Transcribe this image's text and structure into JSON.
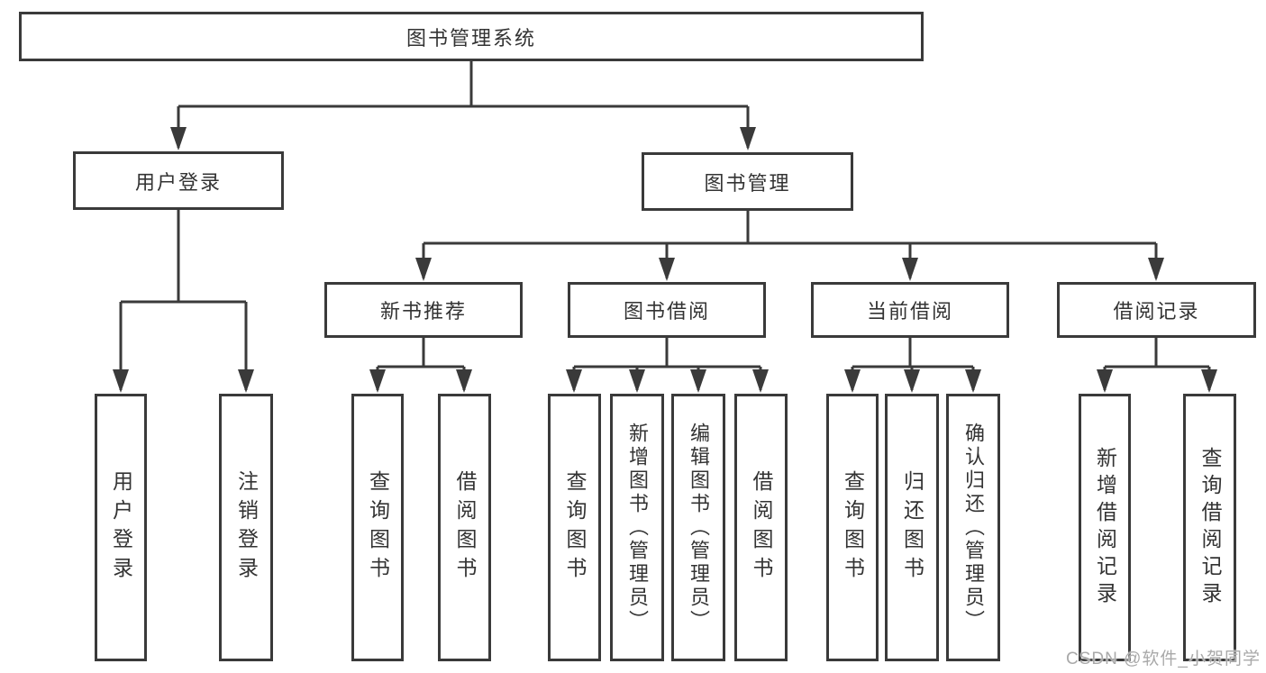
{
  "diagram": {
    "root": {
      "label": "图书管理系统",
      "children": [
        {
          "label": "用户登录",
          "children": [
            {
              "label": "用户登录"
            },
            {
              "label": "注销登录"
            }
          ]
        },
        {
          "label": "图书管理",
          "children": [
            {
              "label": "新书推荐",
              "children": [
                {
                  "label": "查询图书"
                },
                {
                  "label": "借阅图书"
                }
              ]
            },
            {
              "label": "图书借阅",
              "children": [
                {
                  "label": "查询图书"
                },
                {
                  "label": "新增图书（管理员）"
                },
                {
                  "label": "编辑图书（管理员）"
                },
                {
                  "label": "借阅图书"
                }
              ]
            },
            {
              "label": "当前借阅",
              "children": [
                {
                  "label": "查询图书"
                },
                {
                  "label": "归还图书"
                },
                {
                  "label": "确认归还（管理员）"
                }
              ]
            },
            {
              "label": "借阅记录",
              "children": [
                {
                  "label": "新增借阅记录"
                },
                {
                  "label": "查询借阅记录"
                }
              ]
            }
          ]
        }
      ]
    },
    "colors": {
      "line": "#3a3a3a",
      "text": "#333333",
      "box_background": "#ffffff",
      "watermark": "#a9a9a9"
    }
  },
  "watermark": {
    "text": "CSDN @软件_小贺同学"
  }
}
